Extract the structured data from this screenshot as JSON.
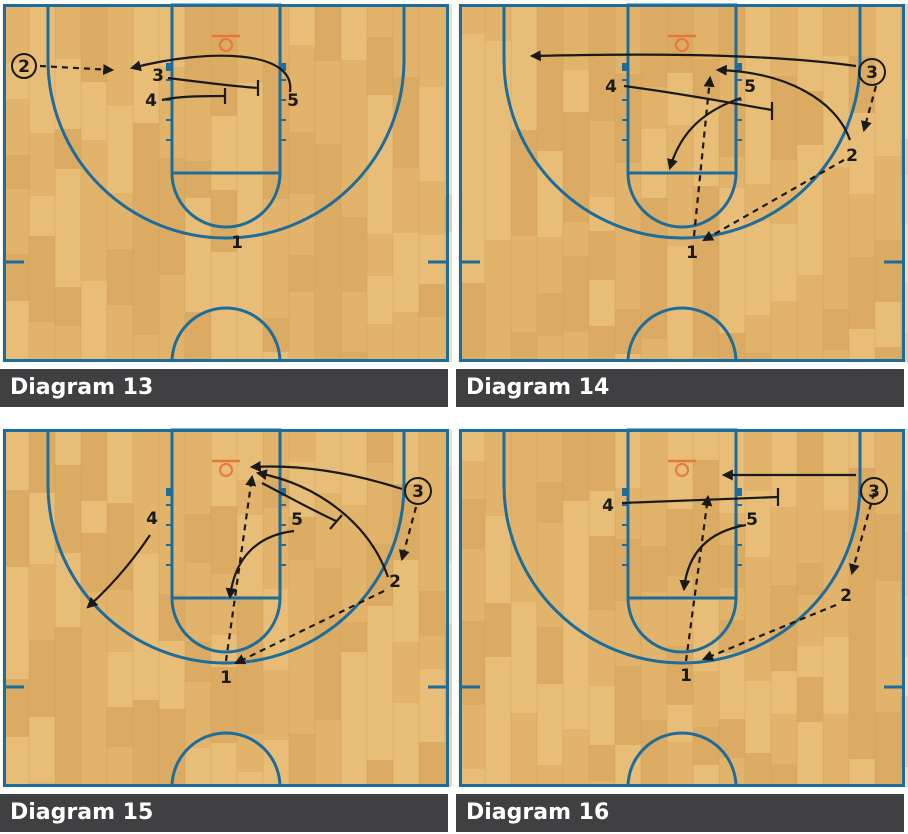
{
  "colors": {
    "floor": "#e2b36c",
    "floor_light": "#ebc484",
    "floor_dark": "#d6a45c",
    "court_line": "#1c6c9c",
    "hoop": "#e8773a",
    "arrow": "#1a1a1a",
    "caption_bg": "#404042",
    "caption_text": "#ffffff"
  },
  "diagrams": [
    {
      "caption": "Diagram 13",
      "players": [
        {
          "label": "2",
          "circled": true
        },
        {
          "label": "3",
          "circled": false
        },
        {
          "label": "4",
          "circled": false
        },
        {
          "label": "5",
          "circled": false
        },
        {
          "label": "1",
          "circled": false
        }
      ]
    },
    {
      "caption": "Diagram 14",
      "players": [
        {
          "label": "3",
          "circled": true
        },
        {
          "label": "4",
          "circled": false
        },
        {
          "label": "5",
          "circled": false
        },
        {
          "label": "2",
          "circled": false
        },
        {
          "label": "1",
          "circled": false
        }
      ]
    },
    {
      "caption": "Diagram 15",
      "players": [
        {
          "label": "3",
          "circled": true
        },
        {
          "label": "4",
          "circled": false
        },
        {
          "label": "5",
          "circled": false
        },
        {
          "label": "2",
          "circled": false
        },
        {
          "label": "1",
          "circled": false
        }
      ]
    },
    {
      "caption": "Diagram 16",
      "players": [
        {
          "label": "3",
          "circled": true
        },
        {
          "label": "4",
          "circled": false
        },
        {
          "label": "5",
          "circled": false
        },
        {
          "label": "2",
          "circled": false
        },
        {
          "label": "1",
          "circled": false
        }
      ]
    }
  ]
}
